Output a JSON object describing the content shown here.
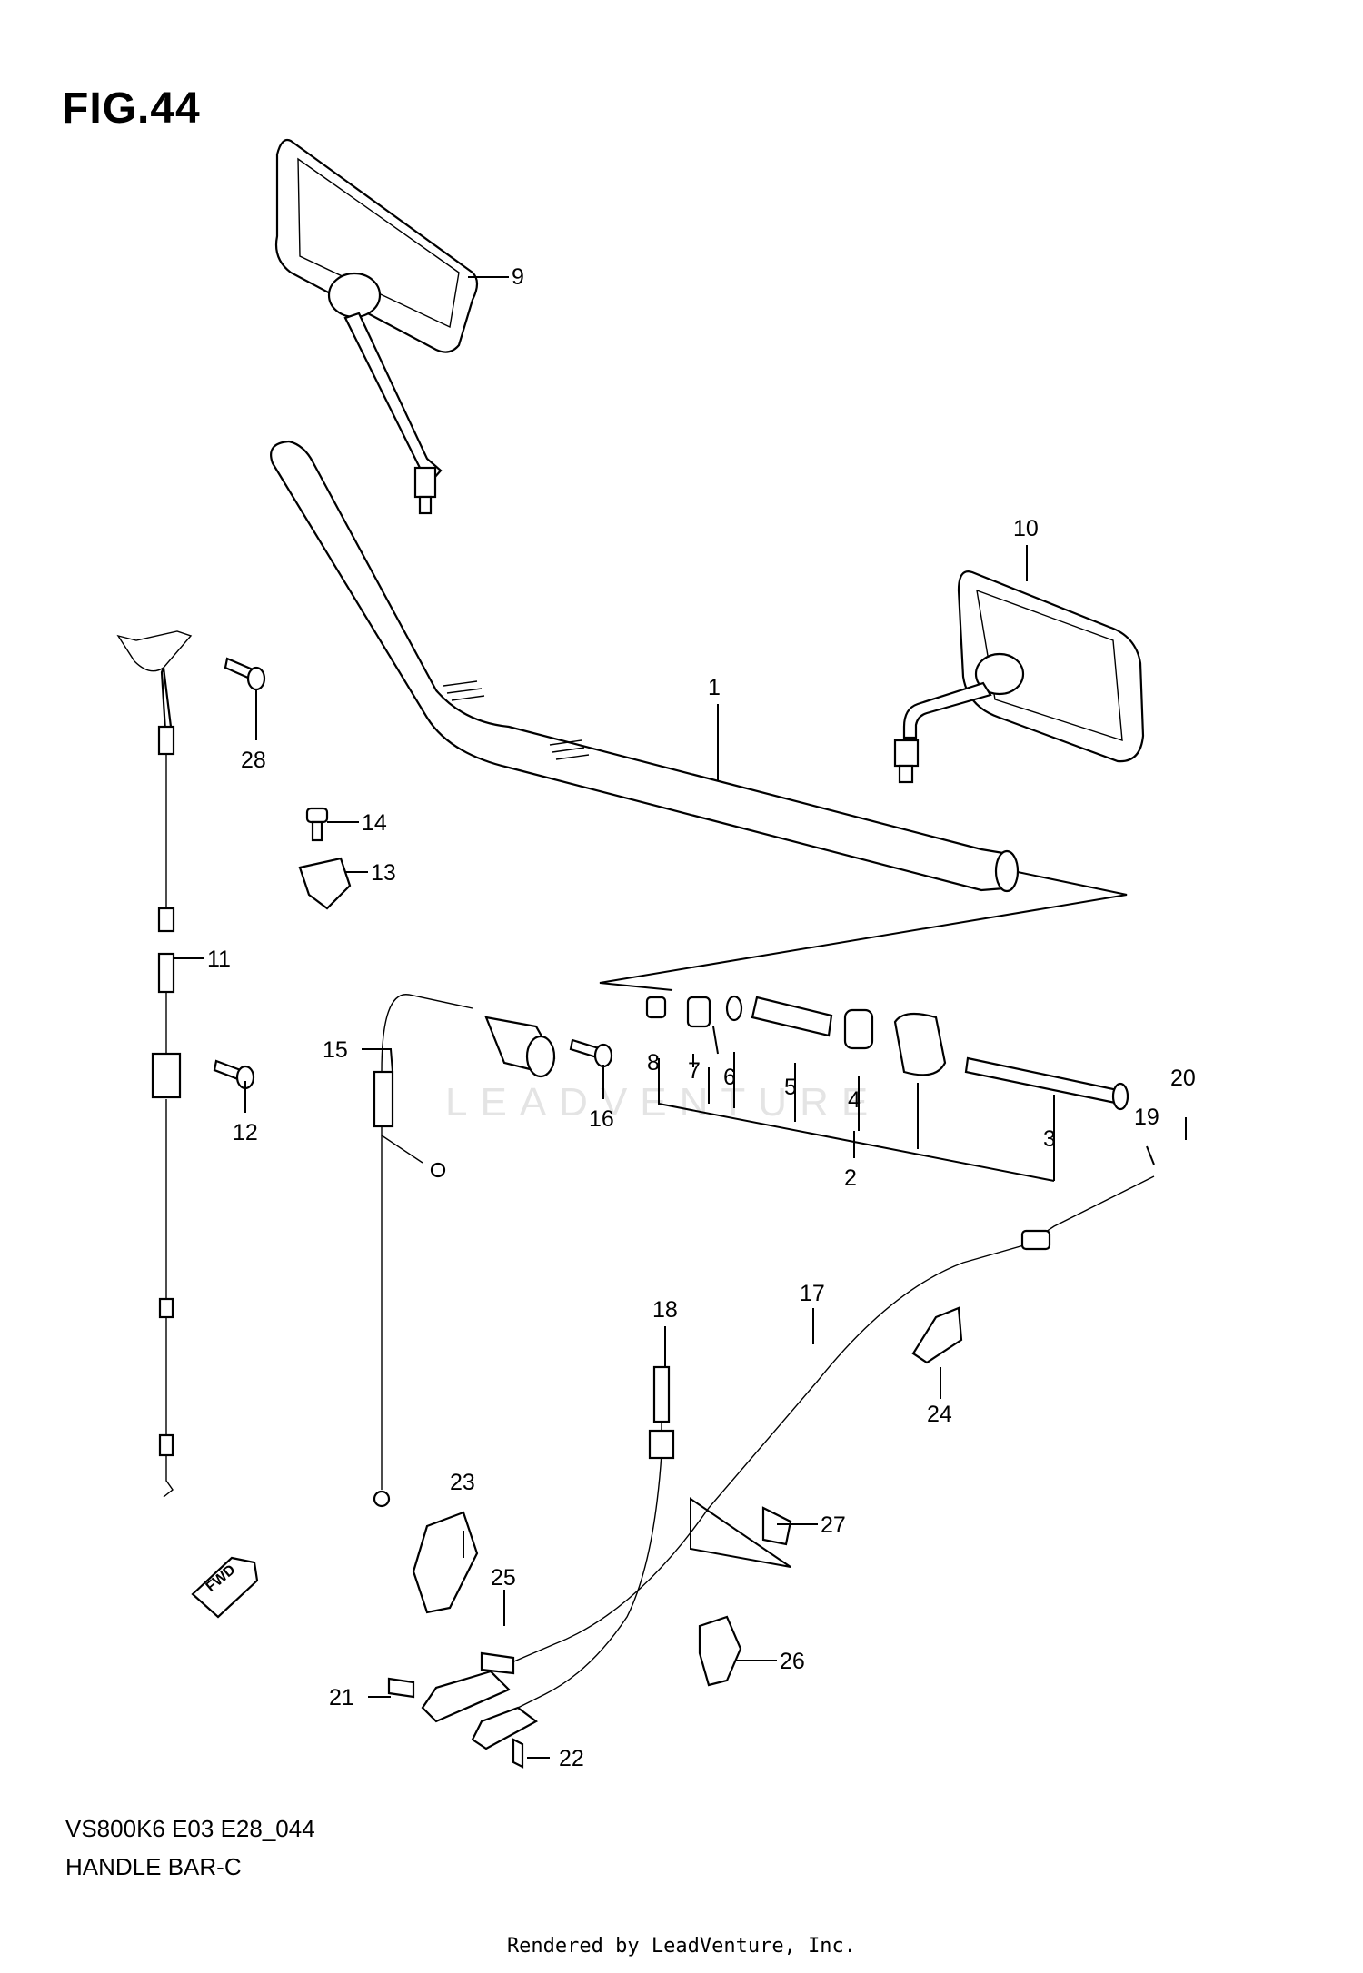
{
  "figure": {
    "title": "FIG.44"
  },
  "footer": {
    "model_code": "VS800K6 E03 E28_044",
    "section_name": "HANDLE BAR-C"
  },
  "credit": "Rendered by LeadVenture, Inc.",
  "watermark": "LEADVENTURE",
  "direction_marker": "FWD",
  "callouts": [
    {
      "id": "c1",
      "label": "1"
    },
    {
      "id": "c2",
      "label": "2"
    },
    {
      "id": "c3",
      "label": "3"
    },
    {
      "id": "c4",
      "label": "4"
    },
    {
      "id": "c5",
      "label": "5"
    },
    {
      "id": "c6",
      "label": "6"
    },
    {
      "id": "c7",
      "label": "7"
    },
    {
      "id": "c8",
      "label": "8"
    },
    {
      "id": "c9",
      "label": "9"
    },
    {
      "id": "c10",
      "label": "10"
    },
    {
      "id": "c11",
      "label": "11"
    },
    {
      "id": "c12",
      "label": "12"
    },
    {
      "id": "c13",
      "label": "13"
    },
    {
      "id": "c14",
      "label": "14"
    },
    {
      "id": "c15",
      "label": "15"
    },
    {
      "id": "c16",
      "label": "16"
    },
    {
      "id": "c17",
      "label": "17"
    },
    {
      "id": "c18",
      "label": "18"
    },
    {
      "id": "c19",
      "label": "19"
    },
    {
      "id": "c20",
      "label": "20"
    },
    {
      "id": "c21",
      "label": "21"
    },
    {
      "id": "c22",
      "label": "22"
    },
    {
      "id": "c23",
      "label": "23"
    },
    {
      "id": "c24",
      "label": "24"
    },
    {
      "id": "c25",
      "label": "25"
    },
    {
      "id": "c26",
      "label": "26"
    },
    {
      "id": "c27",
      "label": "27"
    },
    {
      "id": "c28",
      "label": "28"
    }
  ]
}
